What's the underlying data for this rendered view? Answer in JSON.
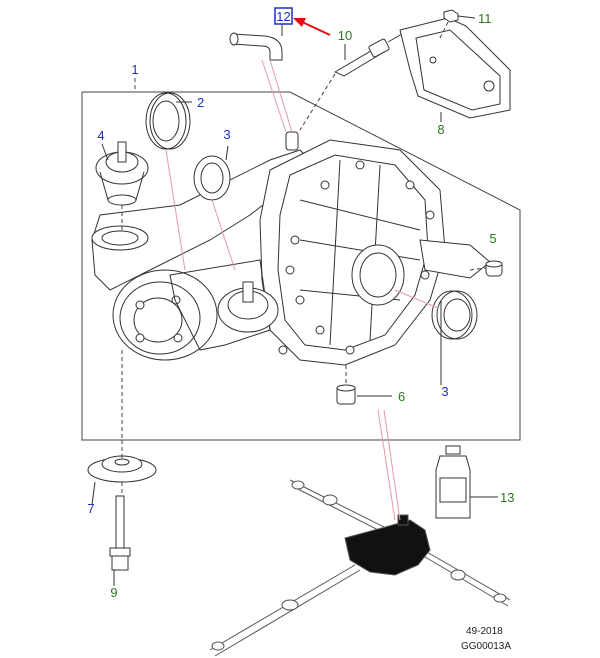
{
  "colors": {
    "blue_callout": "#1f2fc4",
    "green_callout": "#2c7a1f",
    "red_arrow": "#e01010",
    "highlight_box": "#1f2fc4"
  },
  "callouts": {
    "c1": "1",
    "c2": "2",
    "c3a": "3",
    "c3b": "3",
    "c4": "4",
    "c5": "5",
    "c6": "6",
    "c7": "7",
    "c8": "8",
    "c9": "9",
    "c10": "10",
    "c11": "11",
    "c12": "12",
    "c13": "13"
  },
  "footer": {
    "date_code": "49-2018",
    "illustration_id": "GG00013A"
  }
}
